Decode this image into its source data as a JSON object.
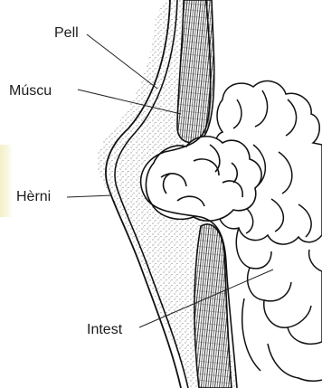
{
  "labels": {
    "skin": "Pell",
    "muscle": "Múscu",
    "hernia": "Hèrni",
    "intestine": "Intest"
  }
}
